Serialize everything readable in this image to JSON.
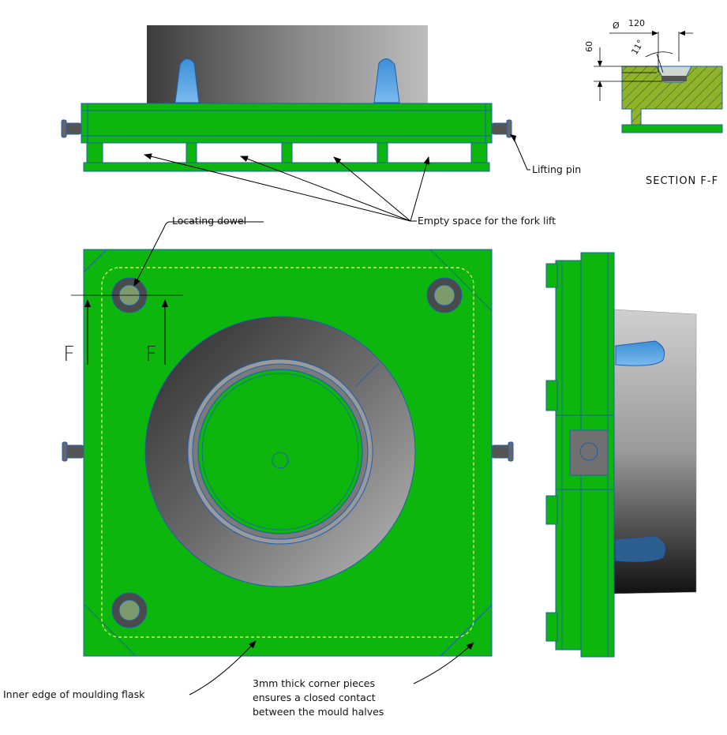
{
  "labels": {
    "locating_dowel": "Locating dowel",
    "fork_lift": "Empty space for the fork lift",
    "lifting_pin": "Lifting pin",
    "section_title": "SECTION F-F",
    "inner_edge": "Inner edge of moulding flask",
    "corner_line1": "3mm thick corner pieces",
    "corner_line2": "ensures a closed contact",
    "corner_line3": "between the mould halves",
    "section_mark_left": "F",
    "section_mark_right": "F"
  },
  "dimensions": {
    "diameter_symbol": "Ø",
    "diameter": "120",
    "height": "60",
    "angle": "11°"
  },
  "colors": {
    "flask_green": "#0db60d",
    "outline_blue": "#1f5fb0",
    "cone_gray": "#7a7a7a",
    "hatch_olive": "#8fb42c",
    "dashed_yellow": "#f5f56a"
  }
}
